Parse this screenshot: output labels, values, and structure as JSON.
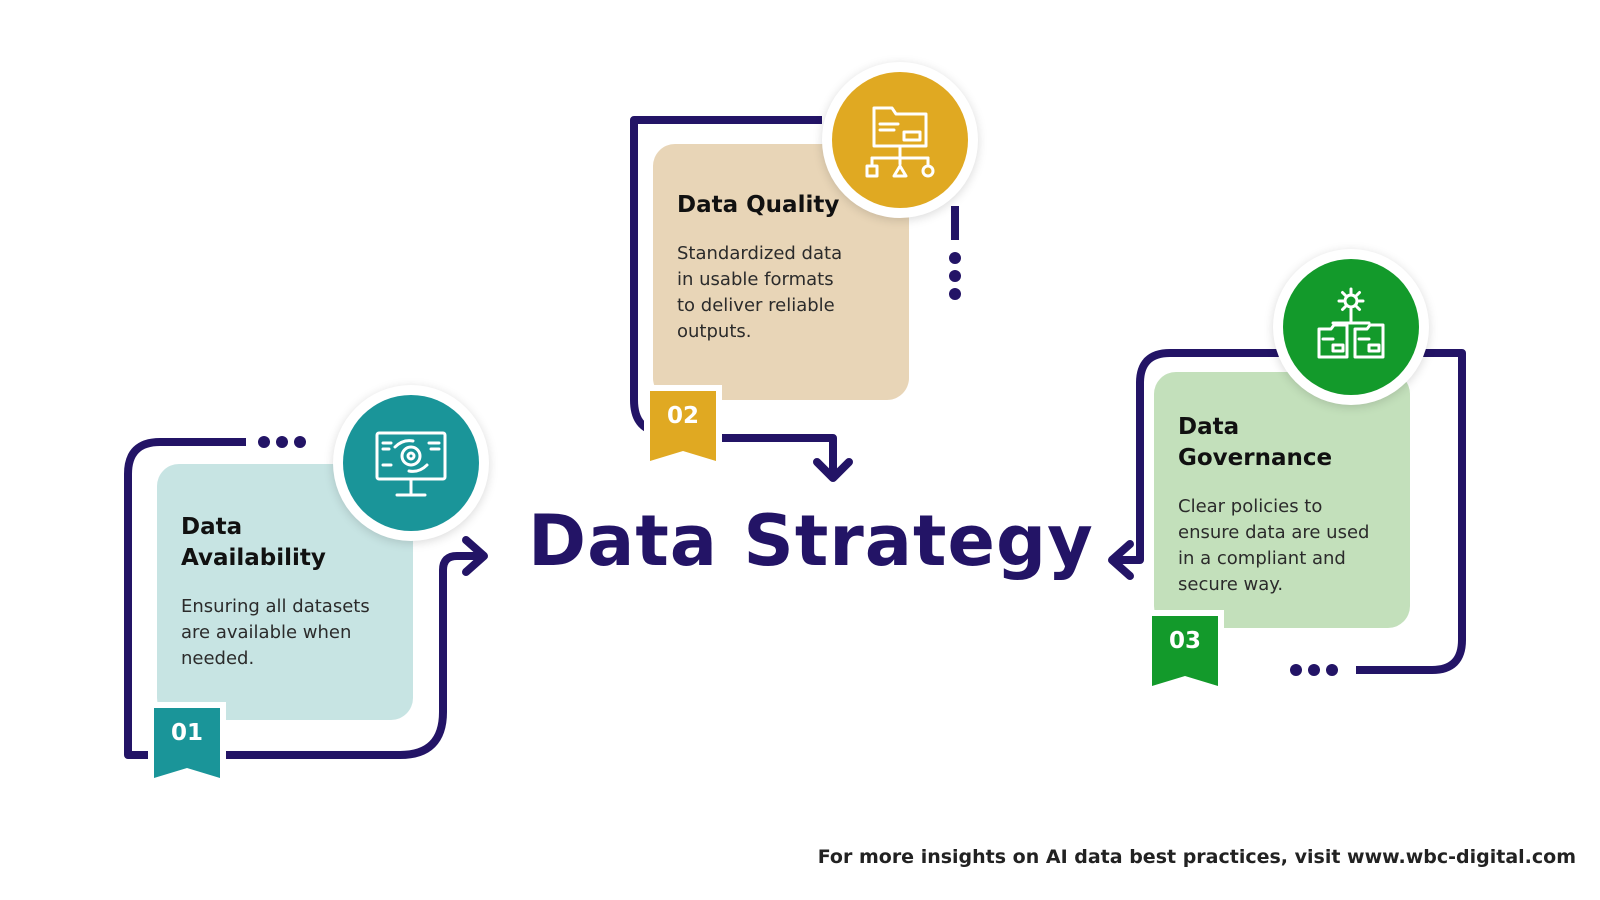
{
  "title": "Data Strategy",
  "footer": "For more insights on AI data best practices, visit www.wbc-digital.com",
  "colors": {
    "frame": "#231466",
    "title": "#231466"
  },
  "steps": [
    {
      "number": "01",
      "title": "Data Availability",
      "title_lines": [
        "Data",
        "Availability"
      ],
      "description": "Ensuring all datasets are available when needed.",
      "description_lines": [
        "Ensuring all datasets",
        "are available when",
        "needed."
      ],
      "icon": "presentation-board-icon",
      "accent_color": "#1A9599",
      "card_color": "#C7E4E3"
    },
    {
      "number": "02",
      "title": "Data Quality",
      "title_lines": [
        "Data Quality"
      ],
      "description": "Standardized data in usable formats to deliver reliable outputs.",
      "description_lines": [
        "Standardized data",
        "in usable formats",
        "to deliver reliable",
        "outputs."
      ],
      "icon": "folder-hierarchy-icon",
      "accent_color": "#E0A922",
      "card_color": "#E8D5B7"
    },
    {
      "number": "03",
      "title": "Data Governance",
      "title_lines": [
        "Data",
        "Governance"
      ],
      "description": "Clear policies to ensure data are used in a compliant and secure way.",
      "description_lines": [
        "Clear policies to",
        "ensure data are used",
        "in a compliant and",
        "secure way."
      ],
      "icon": "gear-folders-icon",
      "accent_color": "#139A2B",
      "card_color": "#C3E0BB"
    }
  ]
}
